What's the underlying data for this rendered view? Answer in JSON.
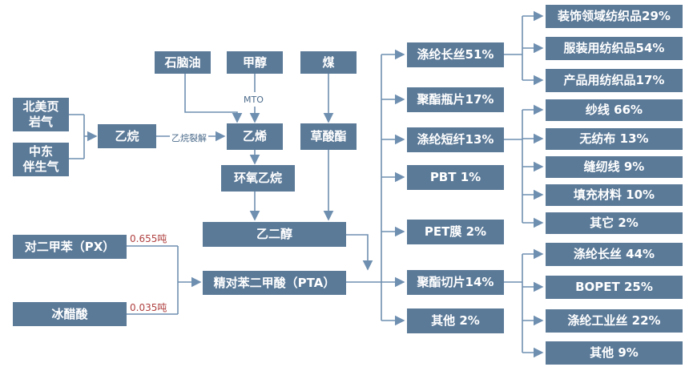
{
  "colors": {
    "box_fill": "#5b7a98",
    "box_text": "#ffffff",
    "connector": "#6f8fb0",
    "label": "#4a6a8a",
    "ratio_label": "#b04040"
  },
  "sources": {
    "shale_gas": "北美页\n岩气",
    "associated_gas": "中东\n伴生气",
    "naphtha": "石脑油",
    "methanol": "甲醇",
    "coal": "煤"
  },
  "intermediates": {
    "ethane": "乙烷",
    "ethylene": "乙烯",
    "ethylene_oxide": "环氧乙烷",
    "oxalate": "草酸酯",
    "meg": "乙二醇"
  },
  "pta_inputs": {
    "px": "对二甲苯（PX）",
    "acetic_acid": "冰醋酸",
    "pta": "精对苯二甲酸（PTA）"
  },
  "edge_labels": {
    "cracking": "乙烷裂解",
    "mto": "MTO",
    "px_ratio": "0.655吨",
    "acetic_ratio": "0.035吨"
  },
  "products": [
    "涤纶长丝51%",
    "聚酯瓶片17%",
    "涤纶短纤13%",
    "PBT 1%",
    "PET膜 2%",
    "聚酯切片14%",
    "其他 2%"
  ],
  "filament_uses": [
    "装饰领域纺织品29%",
    "服装用纺织品54%",
    "产品用纺织品17%"
  ],
  "staple_uses": [
    "纱线 66%",
    "无纺布 13%",
    "缝纫线 9%",
    "填充材料 10%",
    "其它 2%"
  ],
  "chip_uses": [
    "涤纶长丝 44%",
    "BOPET 25%",
    "涤纶工业丝 22%",
    "其他 9%"
  ]
}
